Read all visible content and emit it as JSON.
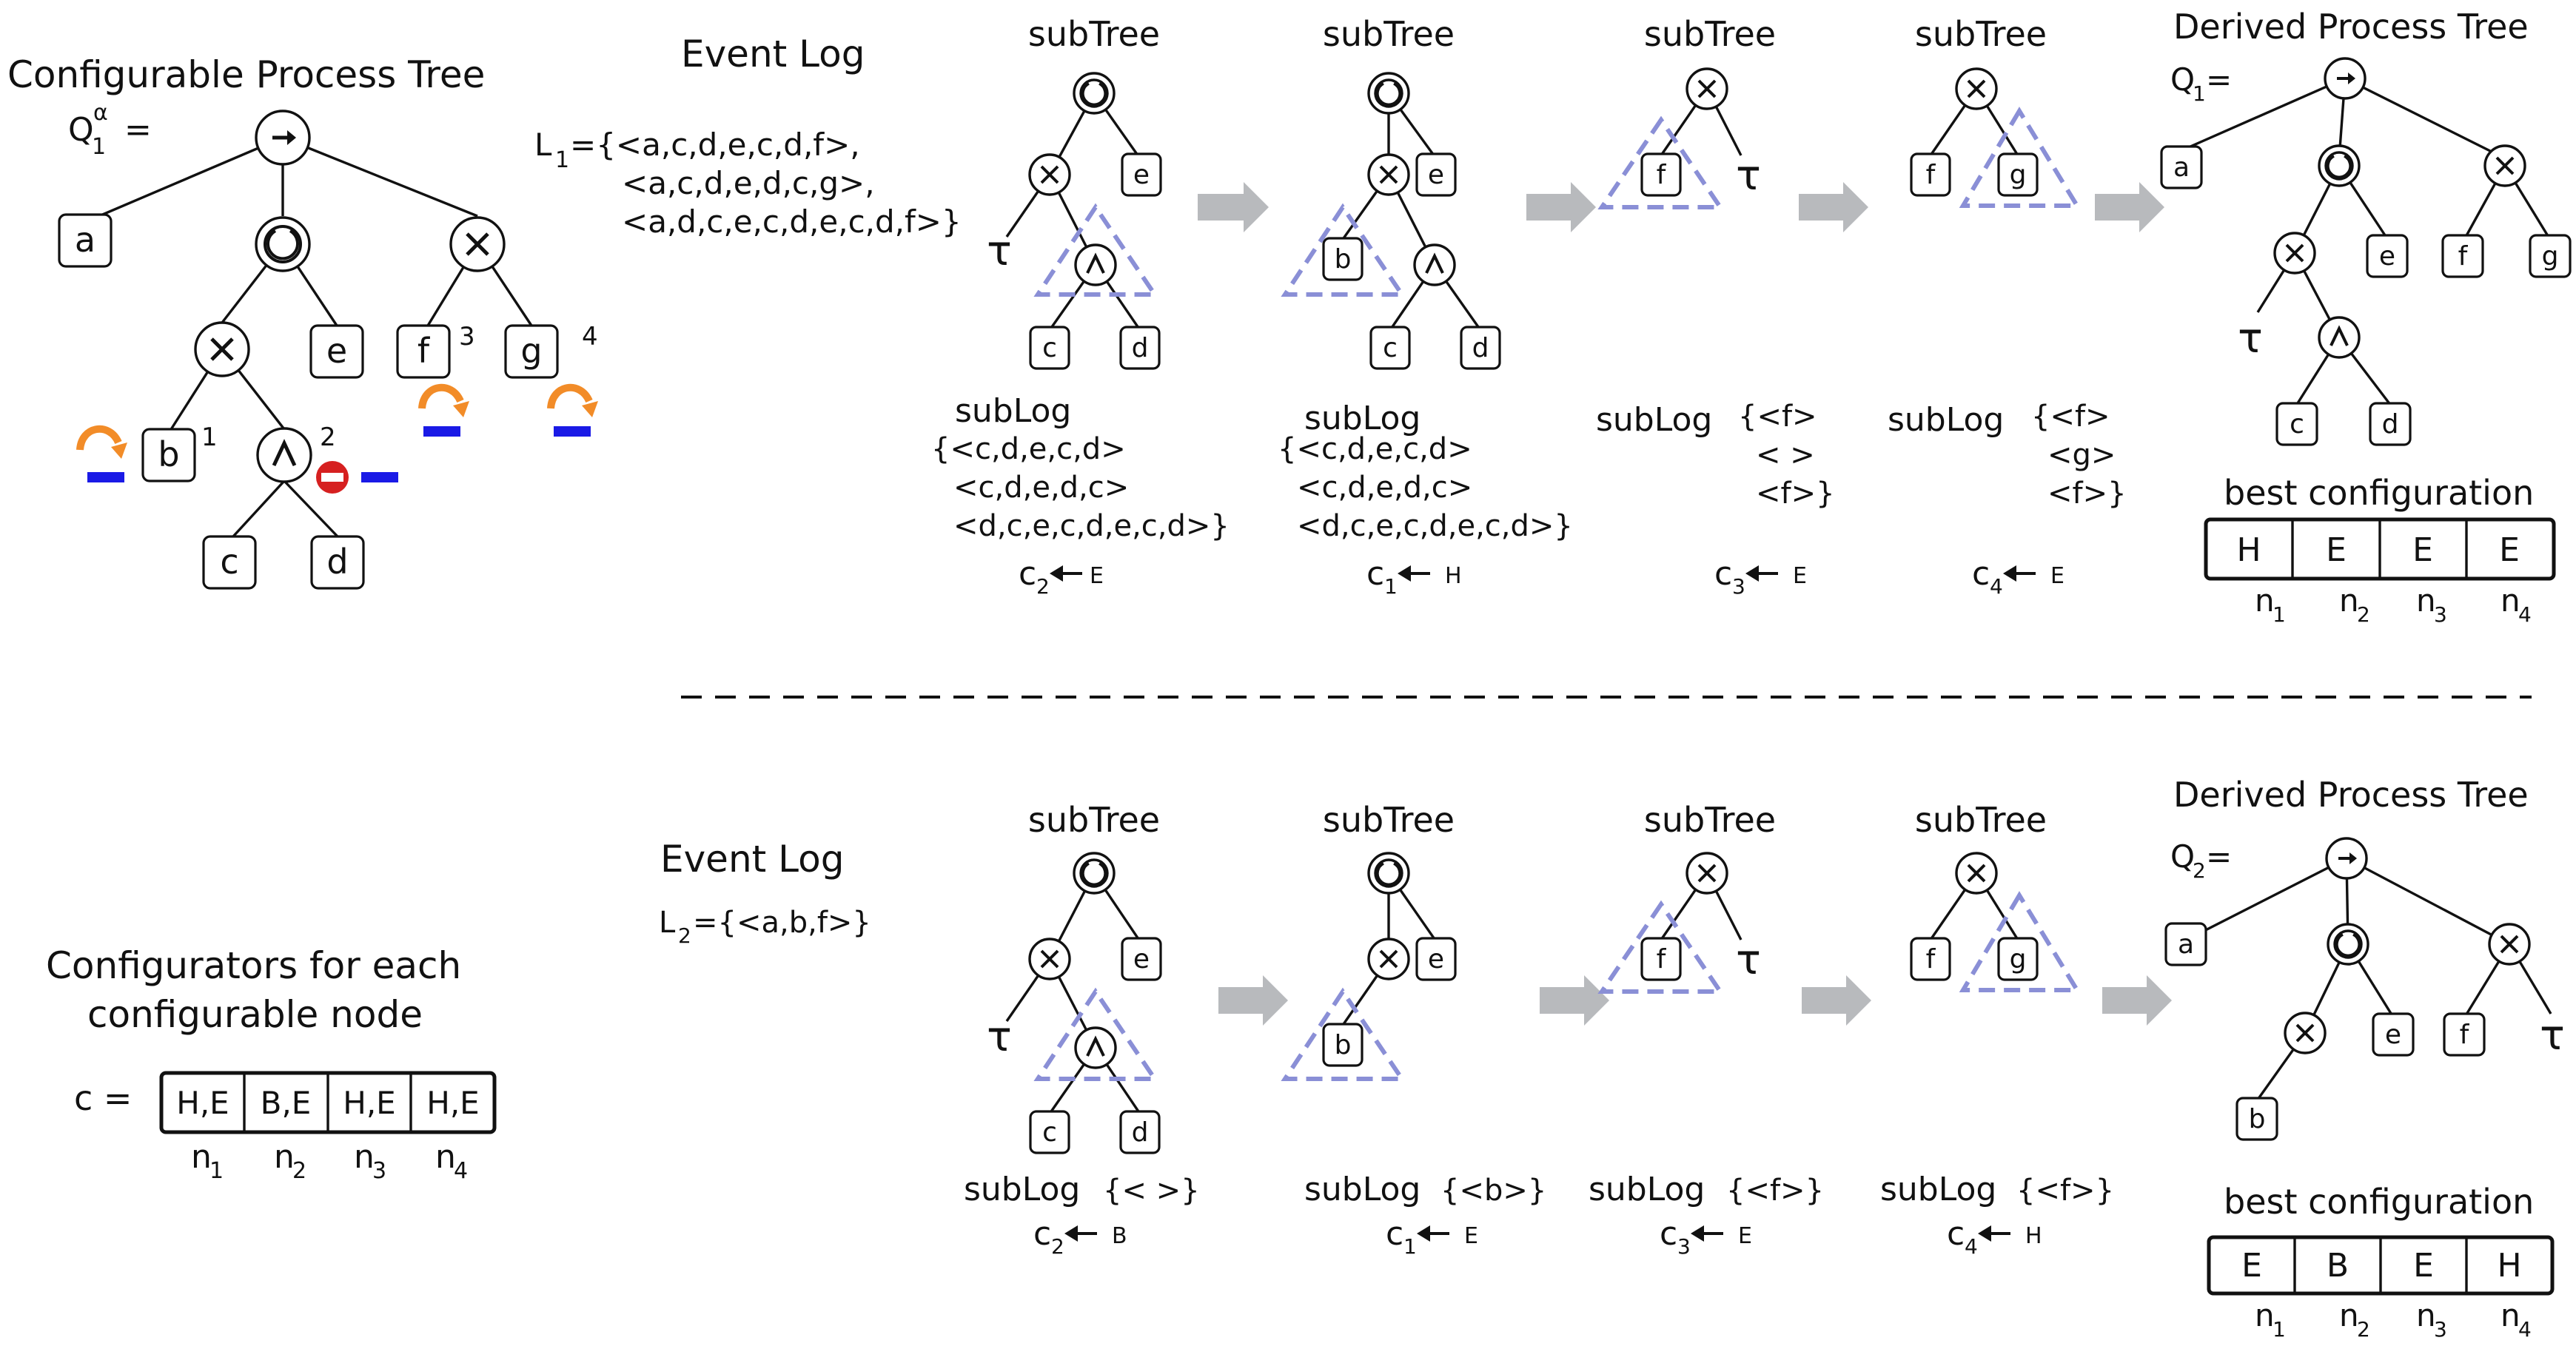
{
  "colors": {
    "accent_orange": "#f28c28",
    "accent_blue": "#1a1ae6",
    "block_red": "#d62020",
    "triangle_lavender": "#8a8fd6",
    "arrow_gray": "#b8babd"
  },
  "left": {
    "title": "Configurable Process Tree",
    "q_label": "Q",
    "q_sub": "1",
    "q_sup": "α",
    "q_eq": "=",
    "leaves": {
      "a": "a",
      "b": "b",
      "c": "c",
      "d": "d",
      "e": "e",
      "f": "f",
      "g": "g"
    },
    "markers": [
      "1",
      "2",
      "3",
      "4"
    ],
    "configurators_title_1": "Configurators for each",
    "configurators_title_2": "configurable node",
    "c_label": "c =",
    "c_cells": [
      "H,E",
      "B,E",
      "H,E",
      "H,E"
    ],
    "n_labels": [
      "n",
      "n",
      "n",
      "n"
    ],
    "n_subs": [
      "1",
      "2",
      "3",
      "4"
    ]
  },
  "top": {
    "event_log_title": "Event Log",
    "log_name": "L",
    "log_sub": "1",
    "log_lines": [
      "={<a,c,d,e,c,d,f>,",
      "<a,c,d,e,d,c,g>,",
      "<a,d,c,e,c,d,e,c,d,f>}"
    ],
    "subtree_label": "subTree",
    "sublog_label": "subLog",
    "tau": "τ",
    "panels": [
      {
        "leaves": [
          "e",
          "c",
          "d"
        ],
        "sublog_lines": [
          "{<c,d,e,c,d>",
          "<c,d,e,d,c>",
          "<d,c,e,c,d,e,c,d>}"
        ],
        "conf": "c",
        "conf_sub": "2",
        "conf_val": "E"
      },
      {
        "leaves": [
          "e",
          "b",
          "c",
          "d"
        ],
        "sublog_lines": [
          "{<c,d,e,c,d>",
          "<c,d,e,d,c>",
          "<d,c,e,c,d,e,c,d>}"
        ],
        "conf": "c",
        "conf_sub": "1",
        "conf_val": "H"
      },
      {
        "leaves": [
          "f"
        ],
        "sublog_lines": [
          "{<f>",
          "< >",
          "<f>}"
        ],
        "conf": "c",
        "conf_sub": "3",
        "conf_val": "E"
      },
      {
        "leaves": [
          "f",
          "g"
        ],
        "sublog_lines": [
          "{<f>",
          "<g>",
          "<f>}"
        ],
        "conf": "c",
        "conf_sub": "4",
        "conf_val": "E"
      }
    ],
    "derived_title": "Derived Process Tree",
    "q_label": "Q",
    "q_sub": "1",
    "q_eq": "=",
    "derived_leaves": [
      "a",
      "e",
      "f",
      "g",
      "c",
      "d"
    ],
    "best_config_title": "best configuration",
    "best_config": [
      "H",
      "E",
      "E",
      "E"
    ]
  },
  "bottom": {
    "event_log_title": "Event Log",
    "log_name": "L",
    "log_sub": "2",
    "log_text": "={<a,b,f>}",
    "panels": [
      {
        "leaves": [
          "e",
          "c",
          "d"
        ],
        "sublog_text": "{< >}",
        "conf": "c",
        "conf_sub": "2",
        "conf_val": "B"
      },
      {
        "leaves": [
          "e",
          "b"
        ],
        "sublog_text": "{<b>}",
        "conf": "c",
        "conf_sub": "1",
        "conf_val": "E"
      },
      {
        "leaves": [
          "f"
        ],
        "sublog_text": "{<f>}",
        "conf": "c",
        "conf_sub": "3",
        "conf_val": "E"
      },
      {
        "leaves": [
          "f",
          "g"
        ],
        "sublog_text": "{<f>}",
        "conf": "c",
        "conf_sub": "4",
        "conf_val": "H"
      }
    ],
    "derived_title": "Derived Process Tree",
    "q_label": "Q",
    "q_sub": "2",
    "q_eq": "=",
    "derived_leaves": [
      "a",
      "e",
      "f",
      "b"
    ],
    "best_config_title": "best configuration",
    "best_config": [
      "E",
      "B",
      "E",
      "H"
    ]
  }
}
